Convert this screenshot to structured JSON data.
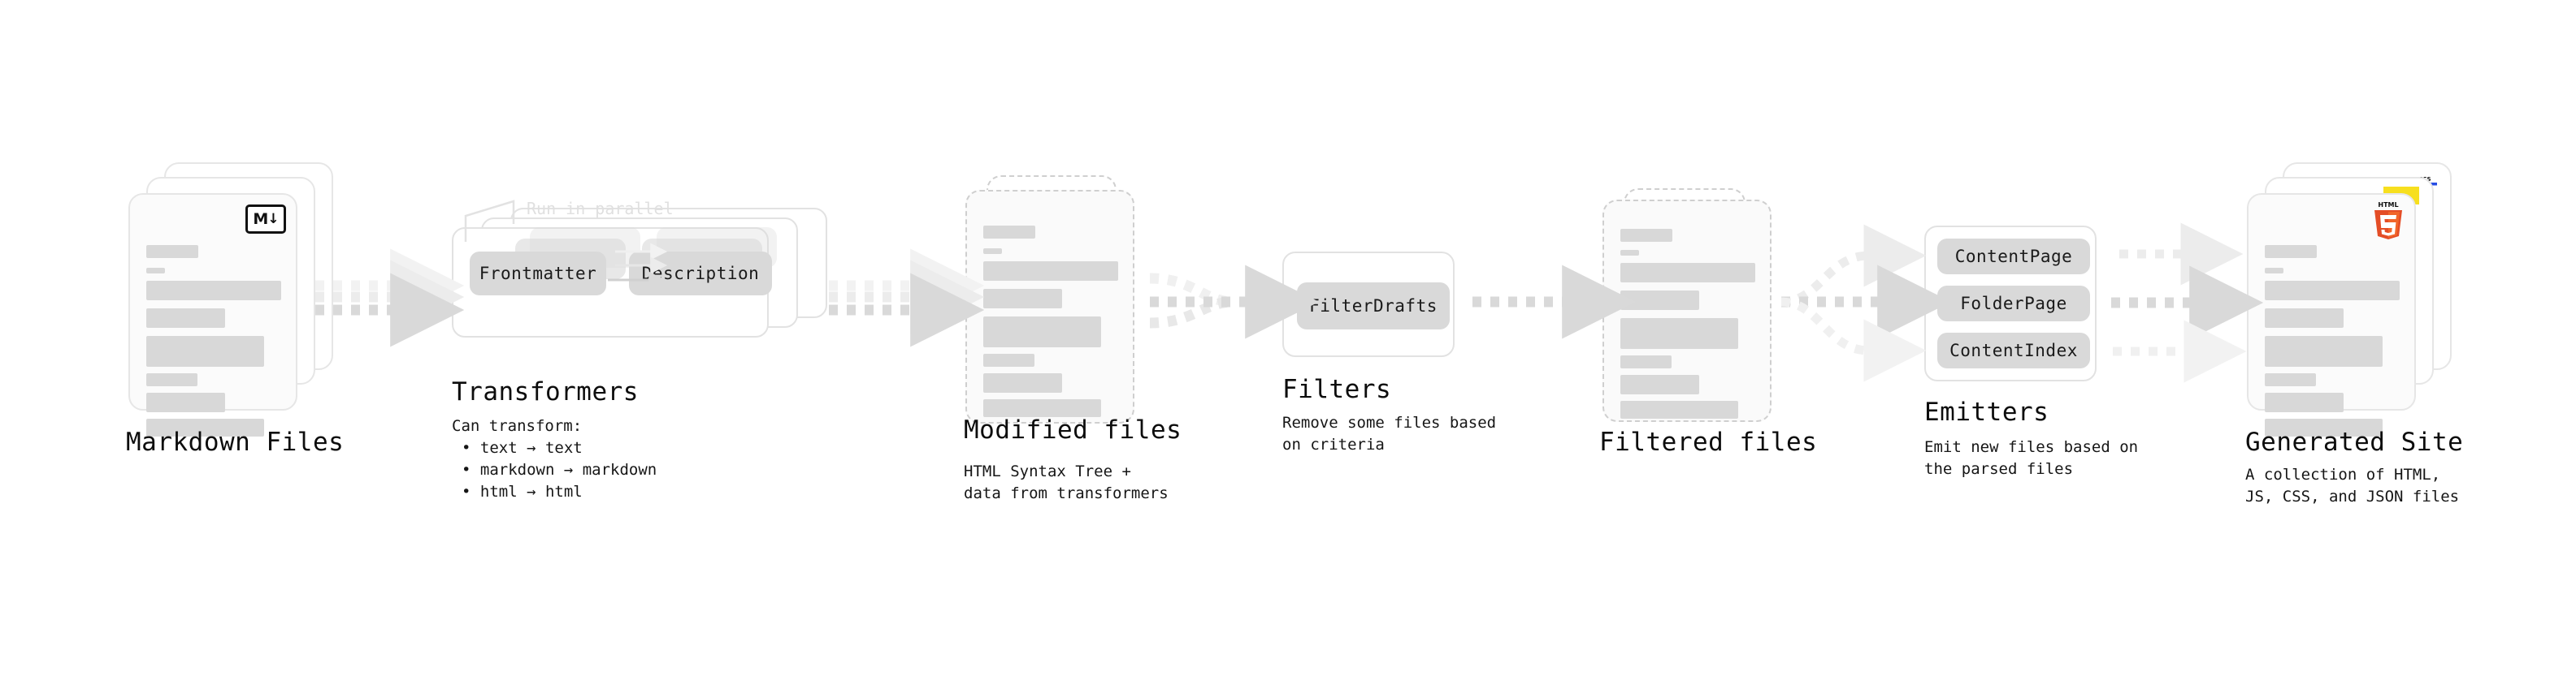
{
  "diagram": {
    "type": "pipeline-flow",
    "title_font_size": 31,
    "colors": {
      "card_fill": "#fbfbfb",
      "card_border": "#e6e6e6",
      "skeleton": "#d8d8d8",
      "chip_fill": "#d9d9d9",
      "arrow": "#d9d9d9",
      "text": "#111111",
      "muted_label": "#e0e0e0",
      "html5_orange": "#E44D26",
      "html5_orange_light": "#F16529",
      "js_yellow": "#F7DF1E",
      "css_blue": "#264DE4"
    },
    "stages": [
      {
        "id": "markdown-files",
        "title": "Markdown Files",
        "subtitle": "",
        "kind": "file-stack",
        "badge": "markdown-badge",
        "badge_text": "M",
        "badge_glyph": "↓"
      },
      {
        "id": "transformers",
        "title": "Transformers",
        "subtitle": "Can transform:",
        "kind": "group-box-stack",
        "annotation": "Run in parallel",
        "chips": [
          "Frontmatter",
          "Description"
        ],
        "bullets": [
          "• text → text",
          "• markdown → markdown",
          "• html → html"
        ]
      },
      {
        "id": "modified-files",
        "title": "Modified files",
        "subtitle": "HTML Syntax Tree +\ndata from transformers",
        "kind": "file-stack-dashed"
      },
      {
        "id": "filters",
        "title": "Filters",
        "subtitle": "Remove some files based\non criteria",
        "kind": "group-box",
        "chips": [
          "FilterDrafts"
        ]
      },
      {
        "id": "filtered-files",
        "title": "Filtered files",
        "subtitle": "",
        "kind": "file-stack-dashed"
      },
      {
        "id": "emitters",
        "title": "Emitters",
        "subtitle": "Emit new files based on\nthe parsed files",
        "kind": "group-box",
        "chips": [
          "ContentPage",
          "FolderPage",
          "ContentIndex"
        ]
      },
      {
        "id": "generated-site",
        "title": "Generated Site",
        "subtitle": "A collection of HTML,\nJS, CSS, and JSON files",
        "kind": "file-stack",
        "badges": [
          "css3-badge",
          "javascript-badge",
          "html5-badge"
        ],
        "badge_text": "HTML",
        "badge_glyph": "5",
        "css_badge_text": "CSS"
      }
    ],
    "connectors": [
      {
        "from": "markdown-files",
        "to": "transformers",
        "style": "dashed-arrow",
        "count": 3,
        "shape": "parallel"
      },
      {
        "from": "transformers",
        "to": "modified-files",
        "style": "dashed-arrow",
        "count": 3,
        "shape": "parallel"
      },
      {
        "from": "modified-files",
        "to": "filters",
        "style": "dashed-arrow",
        "count": 3,
        "shape": "converge"
      },
      {
        "from": "filters",
        "to": "filtered-files",
        "style": "dashed-arrow",
        "count": 1,
        "shape": "single"
      },
      {
        "from": "filtered-files",
        "to": "emitters",
        "style": "dashed-arrow",
        "count": 3,
        "shape": "diverge"
      },
      {
        "from": "emitters",
        "to": "generated-site",
        "style": "dashed-arrow",
        "count": 3,
        "shape": "parallel"
      }
    ]
  }
}
